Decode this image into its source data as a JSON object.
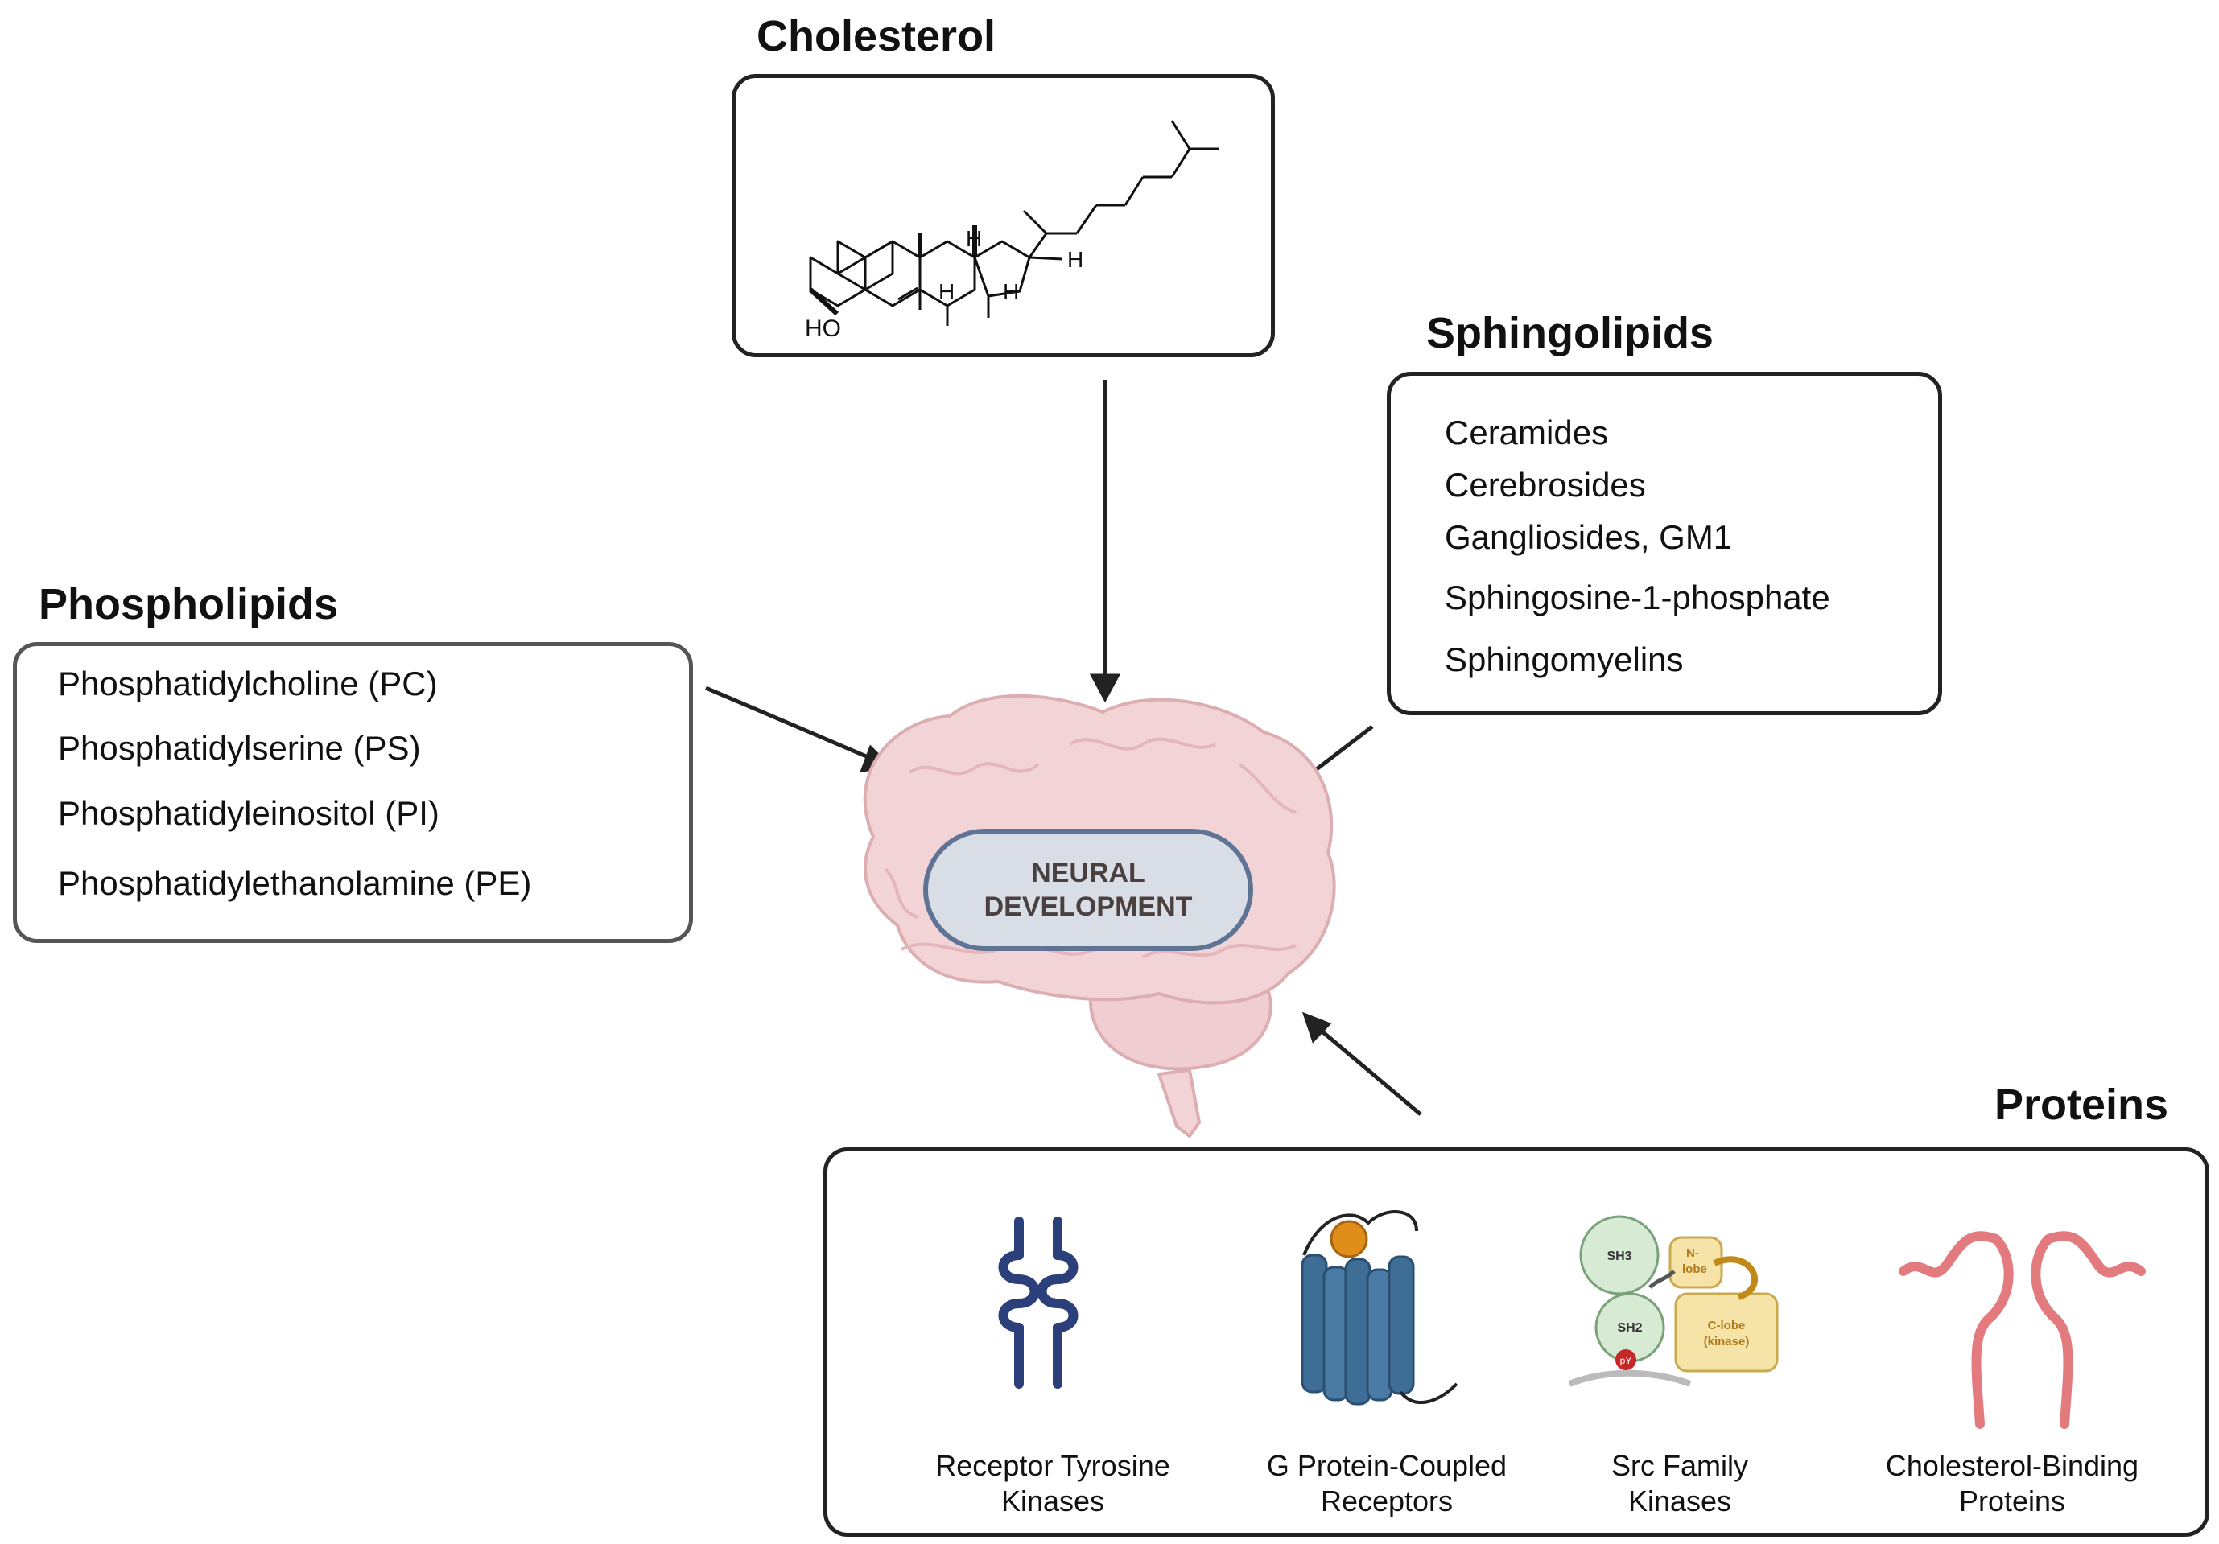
{
  "cholesterol": {
    "title": "Cholesterol",
    "ho_label": "HO",
    "h_label": "H"
  },
  "sphingolipids": {
    "title": "Sphingolipids",
    "items": [
      "Ceramides",
      "Cerebrosides",
      "Gangliosides, GM1",
      "Sphingosine-1-phosphate",
      "Sphingomyelins"
    ]
  },
  "phospholipids": {
    "title": "Phospholipids",
    "items": [
      "Phosphatidylcholine (PC)",
      "Phosphatidylserine (PS)",
      "Phosphatidyleinositol (PI)",
      "Phosphatidylethanolamine (PE)"
    ]
  },
  "center": {
    "line1": "NEURAL",
    "line2": "DEVELOPMENT"
  },
  "proteins": {
    "title": "Proteins",
    "items": [
      {
        "line1": "Receptor Tyrosine",
        "line2": "Kinases"
      },
      {
        "line1": "G Protein-Coupled",
        "line2": "Receptors"
      },
      {
        "line1": "Src Family",
        "line2": "Kinases"
      },
      {
        "line1": "Cholesterol-Binding",
        "line2": "Proteins"
      }
    ],
    "src_labels": {
      "sh3": "SH3",
      "sh2": "SH2",
      "py": "pY",
      "nlobe_1": "N-",
      "nlobe_2": "lobe",
      "clobe_1": "C-lobe",
      "clobe_2": "(kinase)"
    }
  },
  "colors": {
    "brain_fill": "#f2d4d6",
    "brain_stroke": "#dcaeb2",
    "pill_fill": "#d9dde6",
    "pill_stroke": "#5f7394",
    "rtk": "#2b3f7a",
    "gpcr": "#3e6d96",
    "gpcr_ligand": "#e08e1a",
    "src_green": "#d6ead4",
    "src_yellow": "#f6e3a8",
    "chol_binding": "#e27a7e"
  }
}
